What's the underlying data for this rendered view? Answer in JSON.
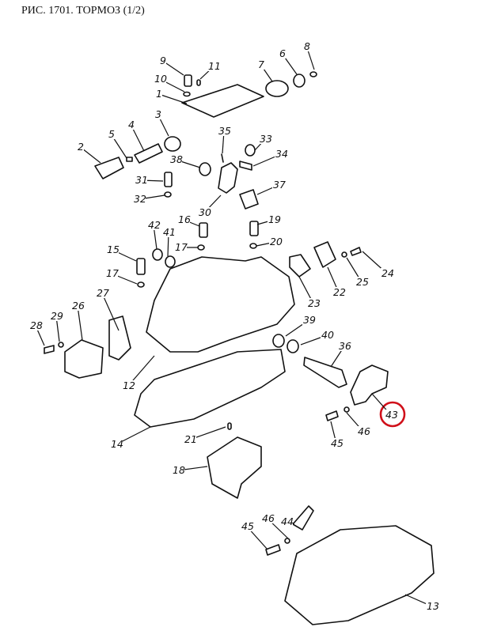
{
  "figure": {
    "title": "РИС. 1701. ТОРМОЗ (1/2)",
    "highlight_color": "#d0101a",
    "highlighted_part": "43",
    "callouts": [
      {
        "id": "c1",
        "num": "1"
      },
      {
        "id": "c2",
        "num": "2"
      },
      {
        "id": "c3",
        "num": "3"
      },
      {
        "id": "c4",
        "num": "4"
      },
      {
        "id": "c5",
        "num": "5"
      },
      {
        "id": "c6",
        "num": "6"
      },
      {
        "id": "c7",
        "num": "7"
      },
      {
        "id": "c8",
        "num": "8"
      },
      {
        "id": "c9",
        "num": "9"
      },
      {
        "id": "c10",
        "num": "10"
      },
      {
        "id": "c11",
        "num": "11"
      },
      {
        "id": "c12",
        "num": "12"
      },
      {
        "id": "c13",
        "num": "13"
      },
      {
        "id": "c14",
        "num": "14"
      },
      {
        "id": "c15",
        "num": "15"
      },
      {
        "id": "c16",
        "num": "16"
      },
      {
        "id": "c17a",
        "num": "17"
      },
      {
        "id": "c17b",
        "num": "17"
      },
      {
        "id": "c18",
        "num": "18"
      },
      {
        "id": "c19",
        "num": "19"
      },
      {
        "id": "c20",
        "num": "20"
      },
      {
        "id": "c21",
        "num": "21"
      },
      {
        "id": "c22",
        "num": "22"
      },
      {
        "id": "c23",
        "num": "23"
      },
      {
        "id": "c24",
        "num": "24"
      },
      {
        "id": "c25",
        "num": "25"
      },
      {
        "id": "c26",
        "num": "26"
      },
      {
        "id": "c27",
        "num": "27"
      },
      {
        "id": "c28",
        "num": "28"
      },
      {
        "id": "c29",
        "num": "29"
      },
      {
        "id": "c30",
        "num": "30"
      },
      {
        "id": "c31",
        "num": "31"
      },
      {
        "id": "c32",
        "num": "32"
      },
      {
        "id": "c33",
        "num": "33"
      },
      {
        "id": "c34",
        "num": "34"
      },
      {
        "id": "c35",
        "num": "35"
      },
      {
        "id": "c36",
        "num": "36"
      },
      {
        "id": "c37",
        "num": "37"
      },
      {
        "id": "c38",
        "num": "38"
      },
      {
        "id": "c39",
        "num": "39"
      },
      {
        "id": "c40",
        "num": "40"
      },
      {
        "id": "c41",
        "num": "41"
      },
      {
        "id": "c42",
        "num": "42"
      },
      {
        "id": "c43",
        "num": "43"
      },
      {
        "id": "c44",
        "num": "44"
      },
      {
        "id": "c45a",
        "num": "45"
      },
      {
        "id": "c45b",
        "num": "45"
      },
      {
        "id": "c46a",
        "num": "46"
      },
      {
        "id": "c46b",
        "num": "46"
      }
    ]
  }
}
